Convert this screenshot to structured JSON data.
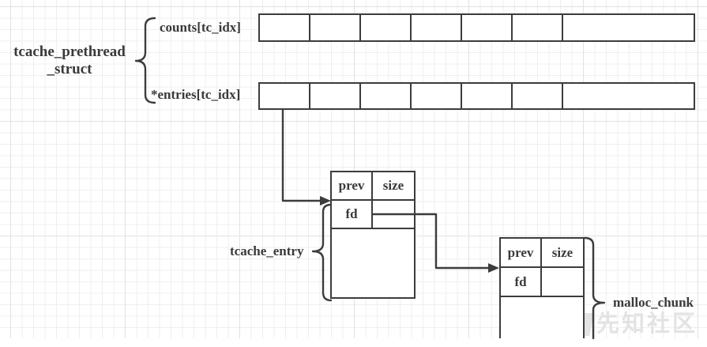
{
  "diagram": {
    "struct_label_line1": "tcache_prethread",
    "struct_label_line2": "_struct",
    "counts_label": "counts[tc_idx]",
    "entries_label": "*entries[tc_idx]",
    "tcache_entry_label": "tcache_entry",
    "malloc_chunk_label": "malloc_chunk",
    "counts_array_cells": 7,
    "entries_array_cells": 7,
    "chunk1": {
      "field_prev": "prev",
      "field_size": "size",
      "field_fd": "fd"
    },
    "chunk2": {
      "field_prev": "prev",
      "field_size": "size",
      "field_fd": "fd"
    },
    "colors": {
      "stroke": "#3c3c3c",
      "text": "#3a3a3a",
      "grid_minor": "#efefef",
      "grid_major": "#e2e2e2",
      "background": "#ffffff",
      "watermark": "#e3e3e3"
    }
  },
  "watermark": {
    "text": "先知社区"
  }
}
